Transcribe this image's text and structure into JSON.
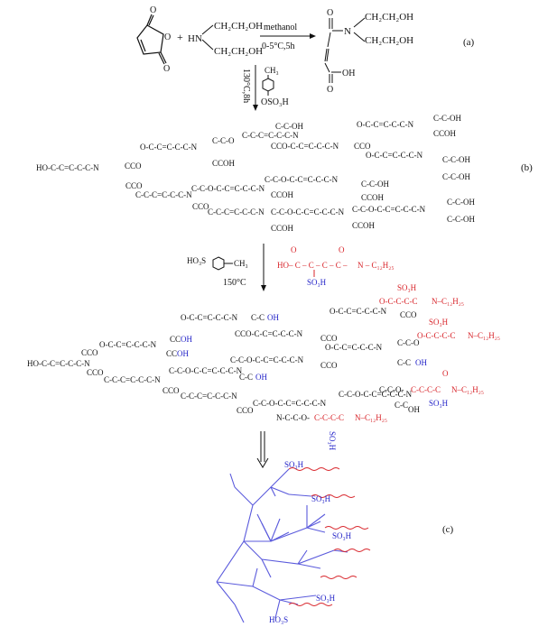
{
  "step_a": {
    "methanol": "methanol",
    "conditions": "0-5°C,5h",
    "label": "(a)",
    "amine_upper": "CH₂CH₂OH",
    "amine_lower": "CH₂CH₂OH",
    "hn": "HN",
    "plus": "+",
    "product_n": "N",
    "product_upper": "CH₂CH₂OH",
    "product_lower": "CH₂CH₂OH",
    "product_acid": "OH"
  },
  "step_b": {
    "conditions": "130°C,8h",
    "catalyst_top": "CH₃",
    "catalyst_bottom": "OSO₃H",
    "label": "(b)"
  },
  "step_c": {
    "reagent": "HO₃S",
    "reagent_methyl": "CH₃",
    "temperature": "150°C",
    "red_chain": "N – C₁₂H₂₅",
    "red_ho": "HO",
    "sulfo": "SO₃H",
    "label": "(c)"
  },
  "structure_text": {
    "cc_oh": "C-C-OH",
    "ccoh": "CCOH",
    "cco": "CCO",
    "ho_start": "HO–C–C=C–C–C–N",
    "n": "N",
    "c12": "N–C₁₂H₂₅",
    "oh": "OH",
    "so3h": "SO₃H",
    "ho3s": "HO₃S"
  },
  "dendrimer_labels": {
    "so3h": "SO₃H",
    "ho3s": "HO₃S"
  },
  "colors": {
    "black": "#111111",
    "red": "#d8242a",
    "blue": "#2323c8",
    "branch": "#5a5adc"
  }
}
